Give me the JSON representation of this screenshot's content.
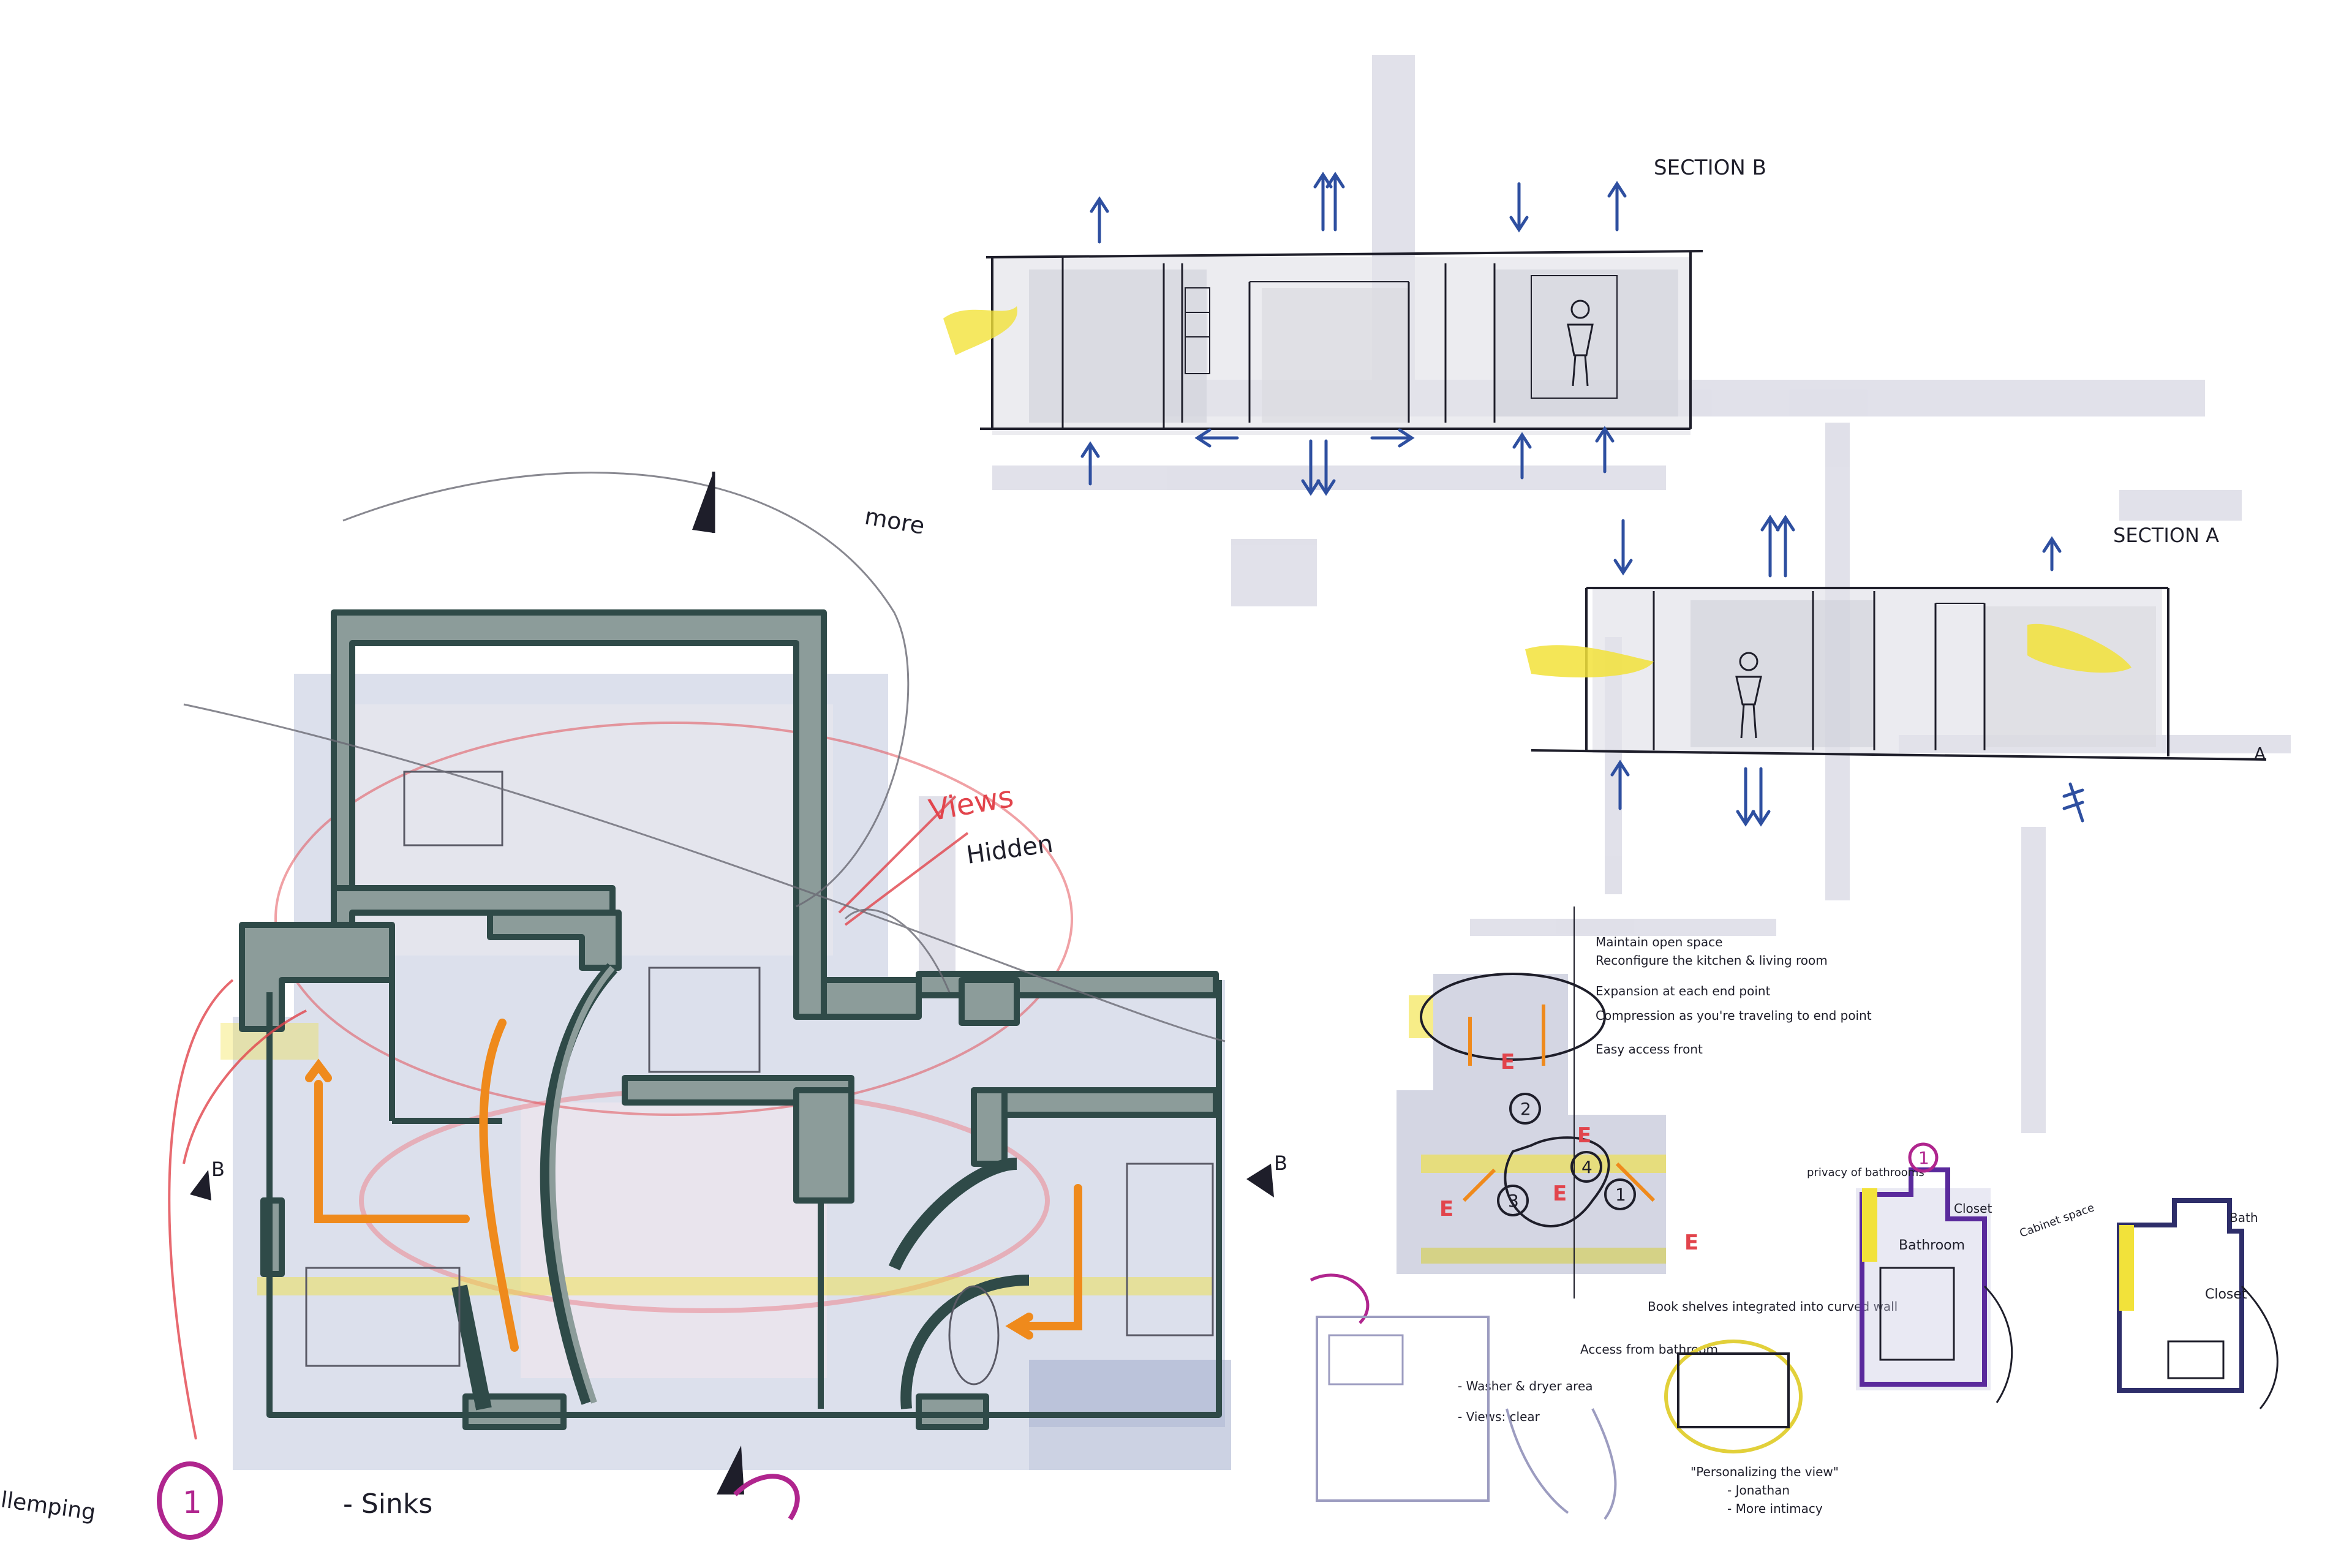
{
  "sections": {
    "b_title": "SECTION B",
    "a_title": "SECTION A"
  },
  "markers": {
    "b": "B",
    "a": "A"
  },
  "plan_notes": {
    "views": "Views",
    "hidden": "Hidden",
    "sinks": "- Sinks",
    "more": "more",
    "hemp": "llemping",
    "num1": "1"
  },
  "diagram_notes": {
    "maintain": "Maintain open space",
    "reconfigure": "Reconfigure the kitchen & living room",
    "expansion": "Expansion at each end point",
    "compression": "Compression as you're traveling to end point",
    "easy": "Easy access front",
    "book": "Book shelves integrated into curved wall",
    "washer": "- Washer & dryer area",
    "views_clear": "- Views: clear",
    "access": "Access from bathroom",
    "personalizing": "\"Personalizing the view\"",
    "jonathan": "- Jonathan",
    "more_intimacy": "- More intimacy"
  },
  "zones": [
    "E",
    "E",
    "E",
    "E",
    "E",
    "1",
    "2",
    "3",
    "4"
  ],
  "mini_plan_labels": {
    "bathroom": "Bathroom",
    "closet": "Closet",
    "cabinet": "Cabinet space",
    "privacy": "privacy of bathrooms",
    "bath": "Bath",
    "num1": "1"
  },
  "colors": {
    "ink": "#1e1e2a",
    "wall": "#2f4a48",
    "wall_fill": "#8c9c9a",
    "marker_blue": "#2e4fa0",
    "orange": "#ef8a1c",
    "red": "#e2444c",
    "pink": "#e89aa4",
    "yellow": "#f2e23a",
    "purple": "#5a2a9c",
    "magenta": "#b0258e",
    "lav": "#9c9cc0",
    "pale": "#c8c8d8"
  }
}
